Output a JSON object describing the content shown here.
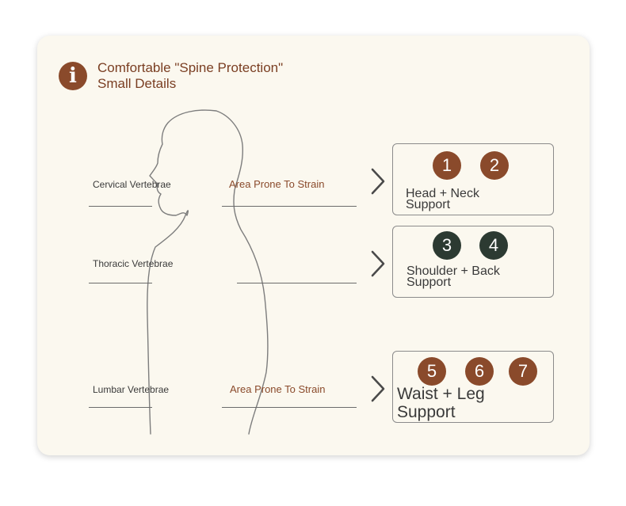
{
  "header": {
    "title_line1": "Comfortable \"Spine Protection\"",
    "title_line2": "Small Details",
    "icon": "info-icon"
  },
  "rows": [
    {
      "vertebrae_label": "Cervical Vertebrae",
      "strain_label": "Area Prone To Strain",
      "numbers": [
        "1",
        "2"
      ],
      "support_line1": "Head + Neck",
      "support_line2": "Support"
    },
    {
      "vertebrae_label": "Thoracic Vertebrae",
      "strain_label": "",
      "numbers": [
        "3",
        "4"
      ],
      "support_line1": "Shoulder + Back",
      "support_line2": "Support"
    },
    {
      "vertebrae_label": "Lumbar Vertebrae",
      "strain_label": "Area Prone To Strain",
      "numbers": [
        "5",
        "6",
        "7"
      ],
      "support_line1": "Waist + Leg",
      "support_line2": "Support"
    }
  ],
  "colors": {
    "brown": "#8a4a2b",
    "dark_green": "#2c3a32",
    "card_bg": "#fbf8ef"
  }
}
